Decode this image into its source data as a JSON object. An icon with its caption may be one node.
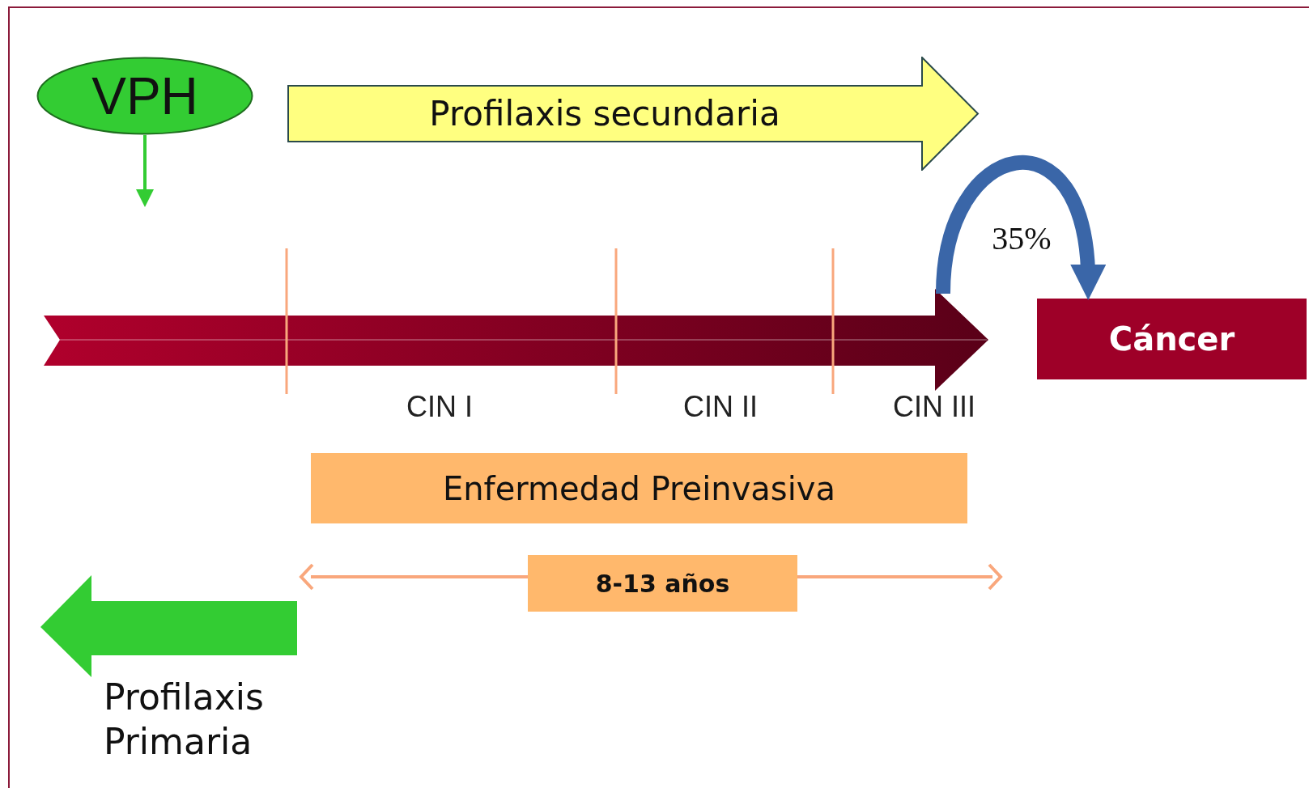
{
  "diagram": {
    "nodes": [
      {
        "text": [
          "VPH"
        ]
      },
      {
        "text": [
          "Profilaxis secundaria"
        ]
      },
      {
        "text": [],
        "shape": "arrow"
      },
      {
        "text": [
          "Cáncer"
        ]
      },
      {
        "text": [
          "Enfermedad Preinvasiva"
        ]
      },
      {
        "text": [
          "8-13 años"
        ]
      },
      {
        "text": [
          "Profilaxis Primaria"
        ]
      }
    ],
    "edges": [
      {
        "from": 0,
        "to": null,
        "arrow": "to",
        "color": "#33cc33"
      },
      {
        "from": 2,
        "to": 3,
        "arrow": "to",
        "label": "35%",
        "style": "thick",
        "color": "#3a66a8"
      }
    ],
    "labels": [
      "CIN I",
      "CIN II",
      "CIN III"
    ]
  }
}
